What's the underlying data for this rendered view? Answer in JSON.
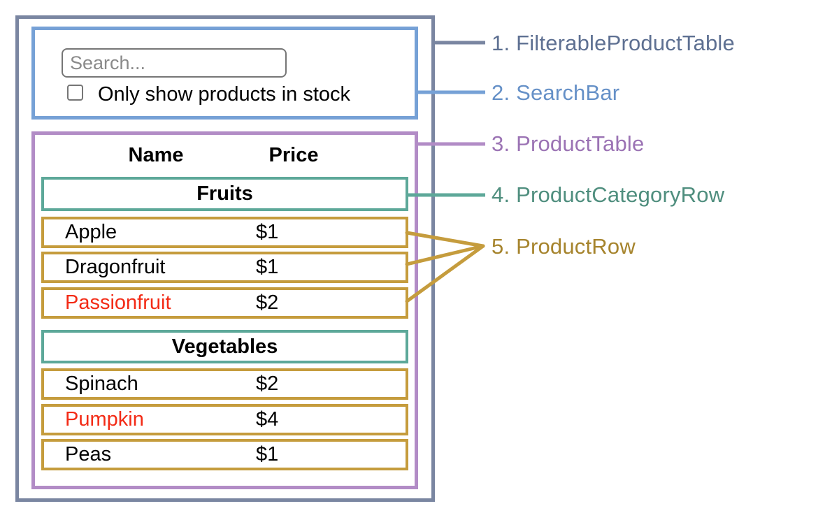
{
  "search_bar": {
    "input_placeholder": "Search...",
    "checkbox_label": "Only show products in stock",
    "checkbox_checked": false
  },
  "product_table": {
    "headers": {
      "name": "Name",
      "price": "Price"
    },
    "categories": [
      {
        "name": "Fruits",
        "products": [
          {
            "name": "Apple",
            "price": "$1",
            "in_stock": true
          },
          {
            "name": "Dragonfruit",
            "price": "$1",
            "in_stock": true
          },
          {
            "name": "Passionfruit",
            "price": "$2",
            "in_stock": false
          }
        ]
      },
      {
        "name": "Vegetables",
        "products": [
          {
            "name": "Spinach",
            "price": "$2",
            "in_stock": true
          },
          {
            "name": "Pumpkin",
            "price": "$4",
            "in_stock": false
          },
          {
            "name": "Peas",
            "price": "$1",
            "in_stock": true
          }
        ]
      }
    ]
  },
  "legend": {
    "items": [
      {
        "text": "1. FilterableProductTable",
        "color": "#5e7092"
      },
      {
        "text": "2. SearchBar",
        "color": "#6590c7"
      },
      {
        "text": "3. ProductTable",
        "color": "#9b73b4"
      },
      {
        "text": "4. ProductCategoryRow",
        "color": "#4f8e7e"
      },
      {
        "text": "5. ProductRow",
        "color": "#a6842d"
      }
    ]
  },
  "colors": {
    "filterable_product_table_border": "#7a86a1",
    "search_bar_border": "#76a1d6",
    "product_table_border": "#b28cc6",
    "product_category_row_border": "#5da899",
    "product_row_border": "#c59c3d",
    "out_of_stock_text": "#f32b16"
  }
}
